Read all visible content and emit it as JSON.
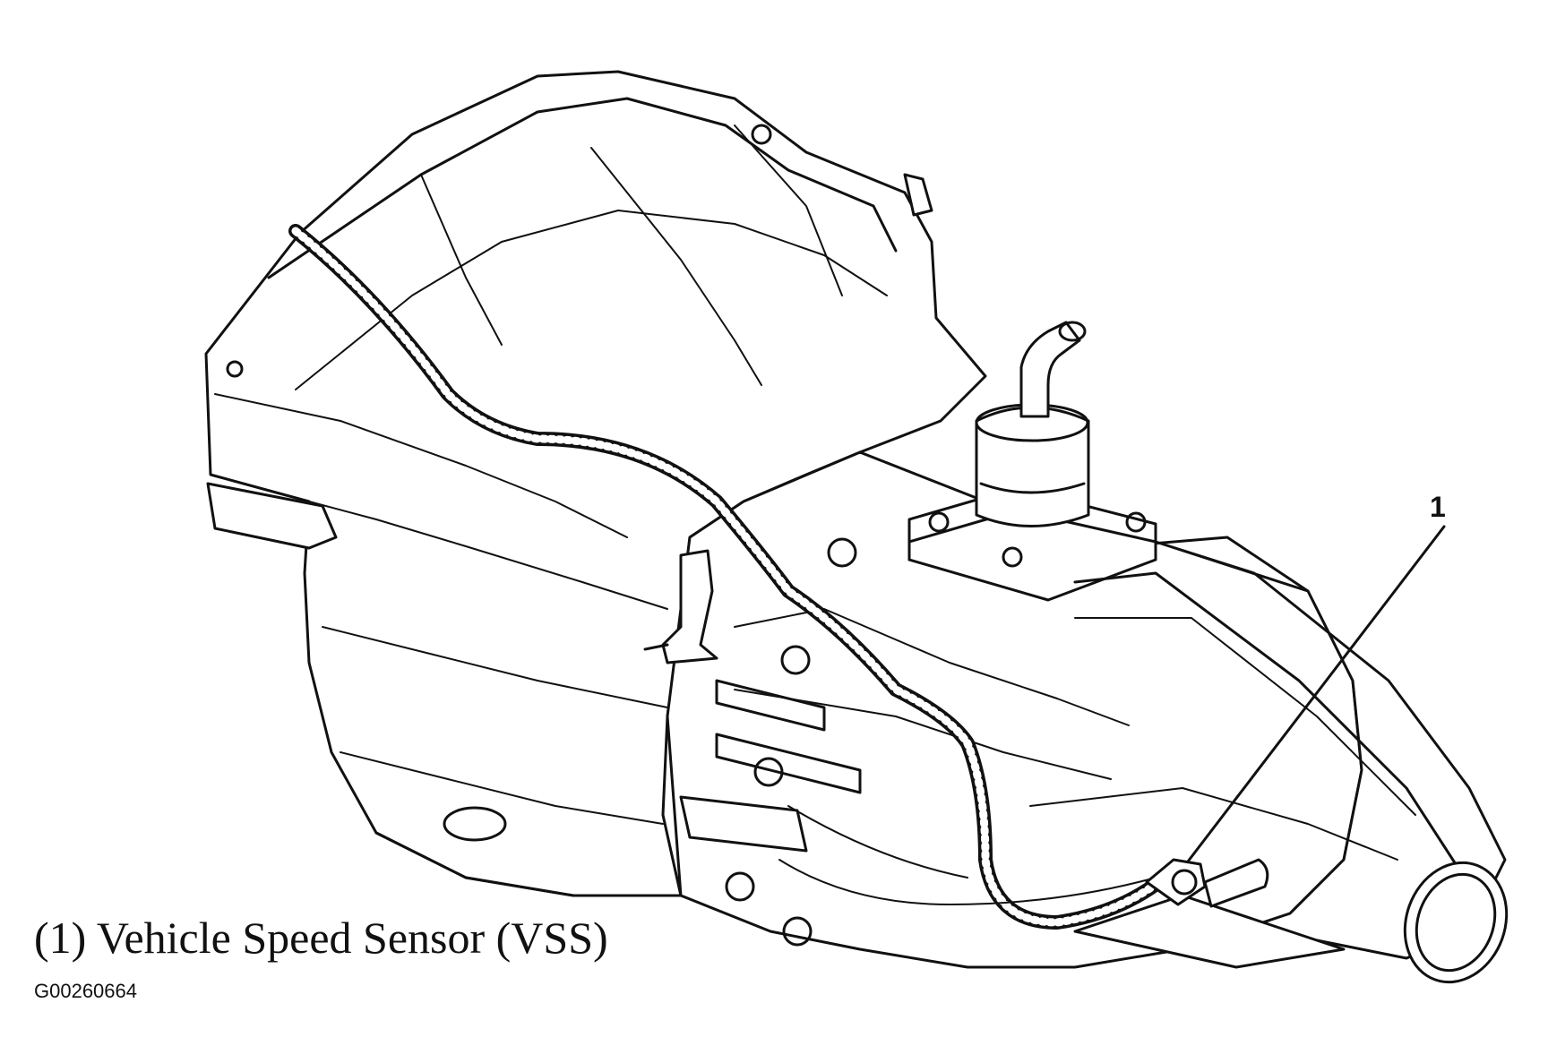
{
  "callouts": [
    {
      "number": "1",
      "target": "vehicle-speed-sensor"
    }
  ],
  "caption": "(1) Vehicle Speed Sensor (VSS)",
  "figure_code": "G00260664",
  "colors": {
    "line": "#111111",
    "background": "#ffffff"
  }
}
